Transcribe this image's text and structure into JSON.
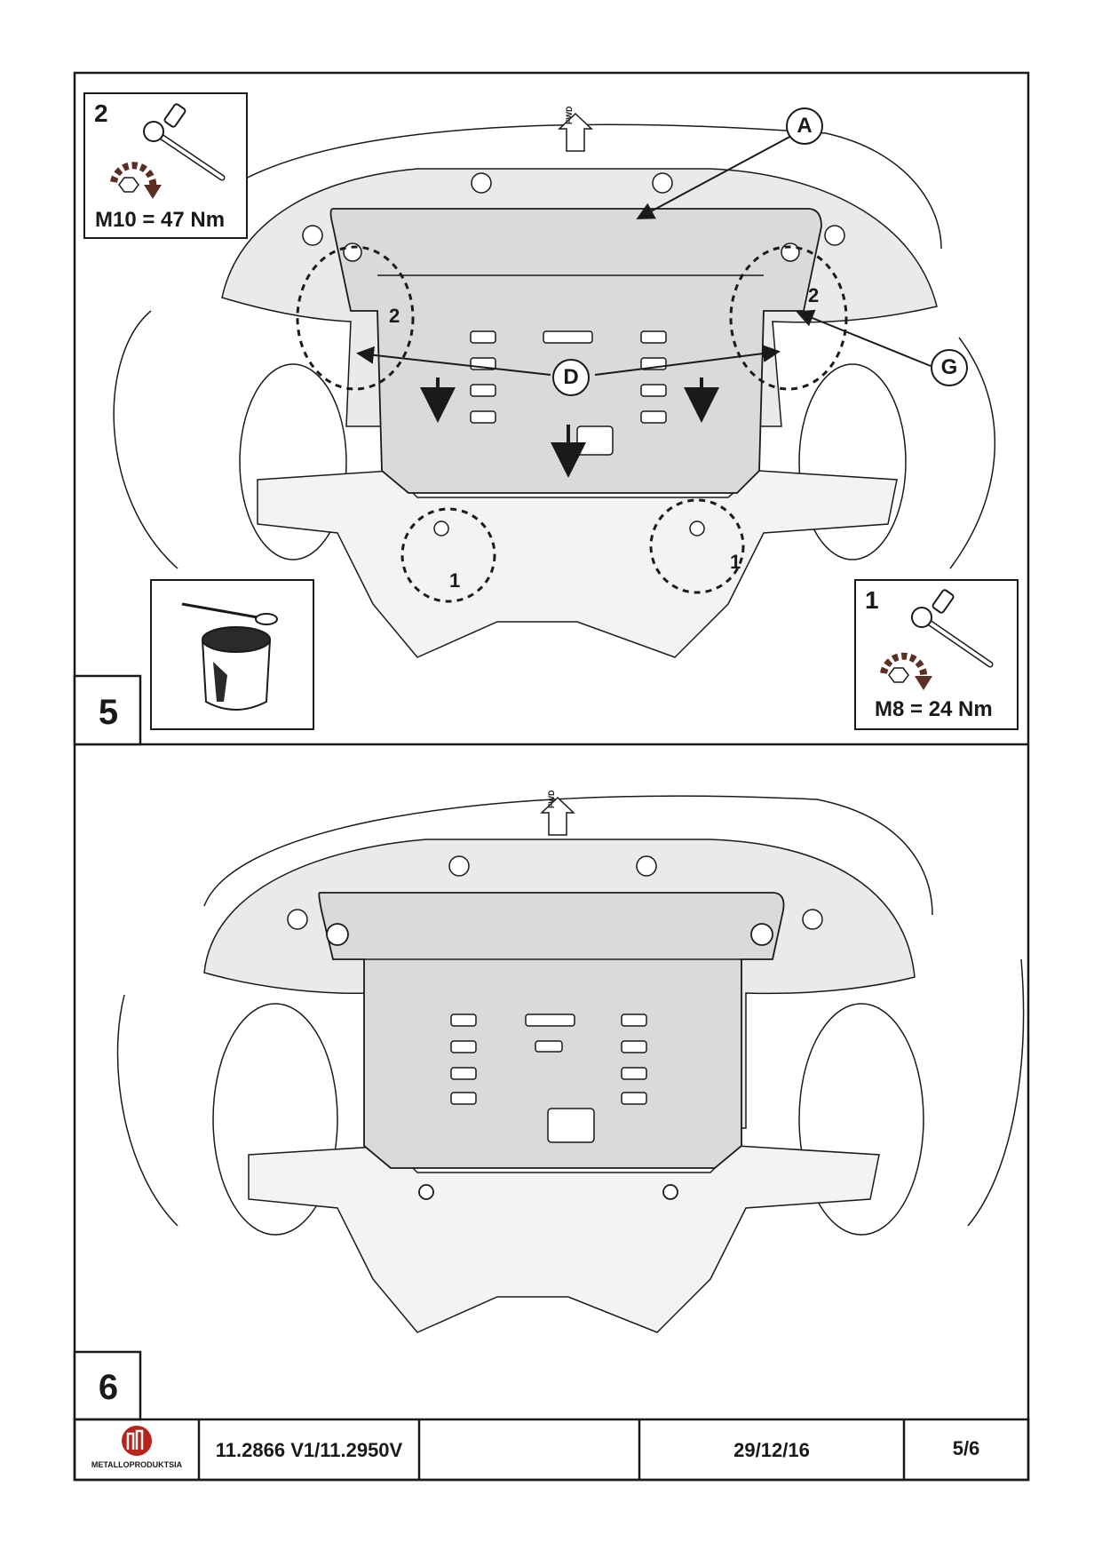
{
  "steps": [
    {
      "number": "5",
      "fwd_label": "FWD",
      "callouts": {
        "a": "A",
        "d": "D",
        "g": "G"
      },
      "marker_2": "2",
      "marker_1": "1",
      "tool_insets": [
        {
          "step": "2",
          "torque": "M10 = 47 Nm",
          "icon": "ratchet-wrench-icon"
        },
        {
          "step": "1",
          "torque": "M8 = 24 Nm",
          "icon": "ratchet-wrench-icon"
        }
      ],
      "paint_inset_icon": "paint-brush-can-icon"
    },
    {
      "number": "6",
      "fwd_label": "FWD"
    }
  ],
  "title_block": {
    "brand": "METALLOPRODUKTSIA",
    "part_number": "11.2866 V1/11.2950V",
    "blank": "",
    "date": "29/12/16",
    "page": "5/6"
  },
  "colors": {
    "brand_red": "#b8231b",
    "torque_arrow_brown": "#5c2e24",
    "plate_fill": "#dadada",
    "bumper_fill": "#e8ebe8"
  }
}
